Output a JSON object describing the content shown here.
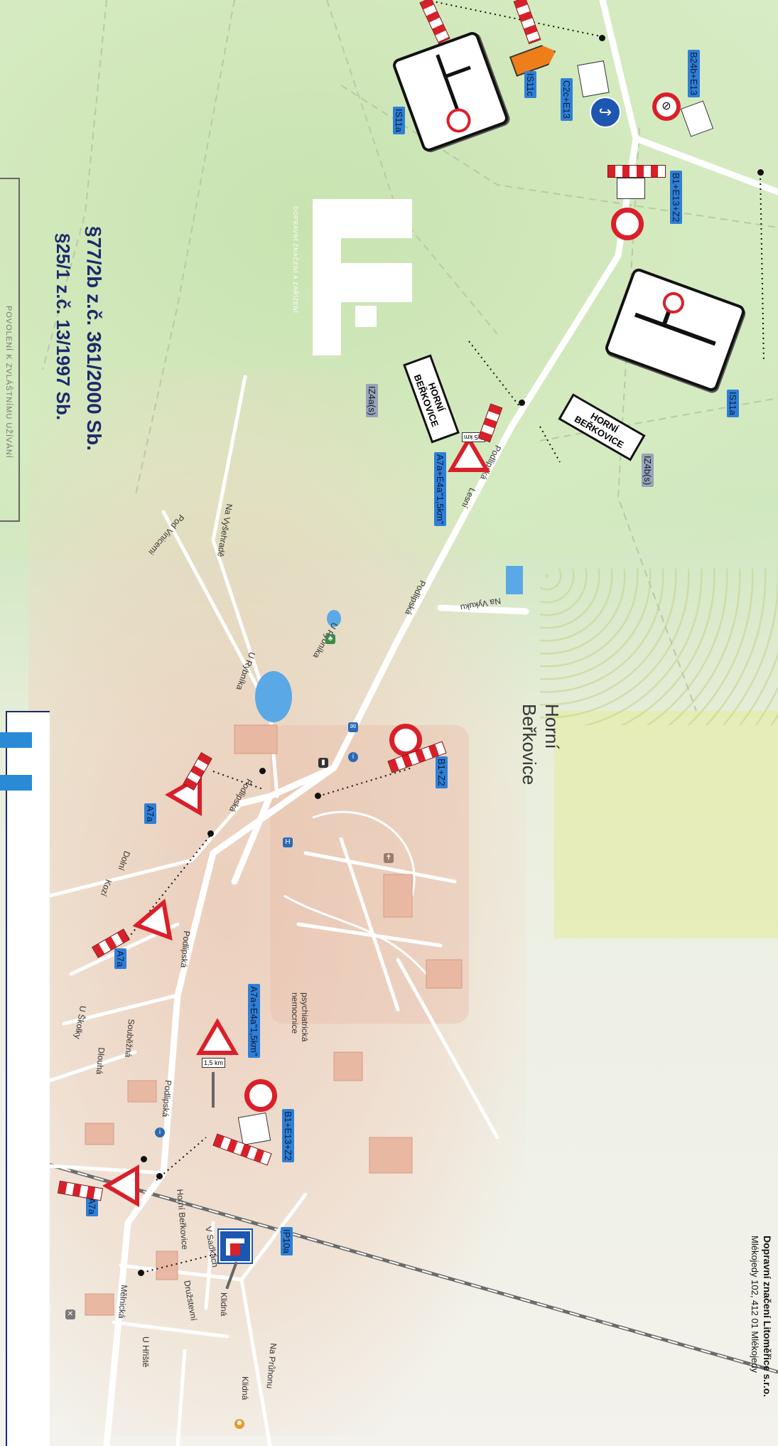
{
  "legal_text": {
    "line1": "§77/2b z.č. 361/2000 Sb.",
    "line2": "§25/1 z.č. 13/1997 Sb."
  },
  "company": {
    "name": "Dopravní značení Litoměřice s.r.o.",
    "address": "Mlékojedy 102, 412 01 Mlékojedy"
  },
  "watermark_text": "DOPRAVNÍ ZNAČENÍ A ZAŘÍZENÍ",
  "stamp_text": "POVOLENÍ K ZVLÁŠTNÍMU UŽÍVÁNÍ",
  "place": {
    "line1": "Horní",
    "line2": "Beřkovice"
  },
  "town_sign_text": {
    "line1": "HORNÍ",
    "line2": "BEŘKOVICE"
  },
  "distance_label": "1,5 km",
  "streets": {
    "podlipska": "Podlipská",
    "lesni": "Lesní",
    "na_vykuku": "Na Vykuku",
    "na_vysehrade": "Na Vyšehradě",
    "pod_vinicemi": "Pod Vinicemi",
    "u_rybnika": "U Rybníka",
    "dolni": "Dolní",
    "kozi": "Kozí",
    "u_skolky": "U Školky",
    "souběžna": "Souběžná",
    "dlouha": "Dlouhá",
    "horni_berkovice": "Horní Beřkovice",
    "v_sadkach": "V Sadkách",
    "druzstevni": "Družstevní",
    "klidna": "Klidná",
    "melnicka": "Mělnická",
    "u_hriste": "U Hřiště",
    "na_pruhonu": "Na Průhonu"
  },
  "poi_labels": {
    "hospital": "psychiatrická nemocnice"
  },
  "sign_codes": {
    "is11c": "IS11c",
    "is11a_left": "IS11a",
    "c2c_e13": "C2c+E13",
    "b24b_e13": "B24b+E13",
    "b1_e13_z2_top": "B1+E13+Z2",
    "is11a_right": "IS11a",
    "iz4a": "IZ4a(s)",
    "iz4b": "IZ4b(s)",
    "a7a_e4a_top": "A7a+E4a\"1,5km\"",
    "b1_z2": "B1+Z2",
    "a7a_1": "A7a",
    "a7a_2": "A7a",
    "a7a_e4a_bottom": "A7a+E4a\"1,5km\"",
    "b1_e13_z2_bottom": "B1+E13+Z2",
    "a7a_3": "A7a",
    "ip10a": "IP10a"
  },
  "colors": {
    "sign_red": "#d9202a",
    "code_blue": "#2f7fd6",
    "road": "#ffffff",
    "railway": "#6b6b6b",
    "water": "#5aa9e6"
  }
}
